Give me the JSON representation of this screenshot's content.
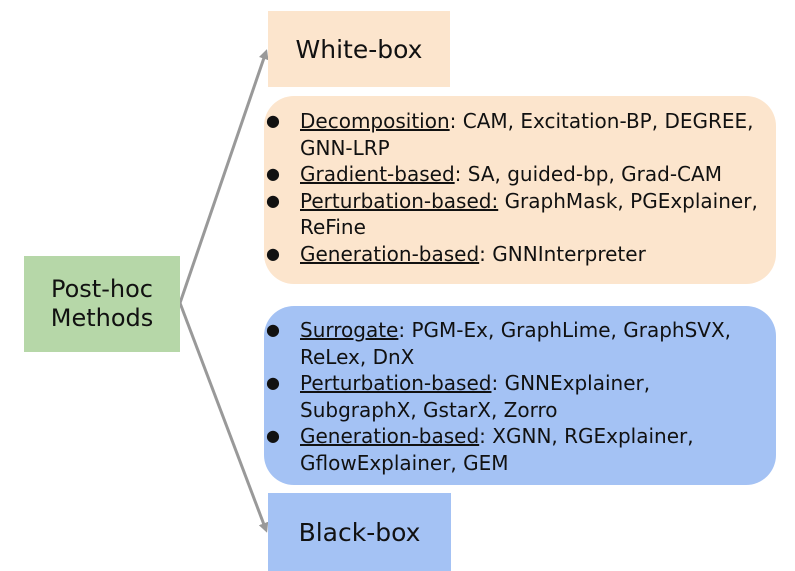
{
  "root": {
    "line1": "Post-hoc",
    "line2": "Methods"
  },
  "white_box": {
    "title": "White-box",
    "items": [
      {
        "category": "Decomposition",
        "sep": ": ",
        "methods": "CAM, Excitation-BP, DEGREE, GNN-LRP"
      },
      {
        "category": "Gradient-based",
        "sep": ": ",
        "methods": "SA, guided-bp, Grad-CAM"
      },
      {
        "category": "Perturbation-based:",
        "sep": " ",
        "methods": "GraphMask, PGExplainer, ReFine"
      },
      {
        "category": "Generation-based",
        "sep": ": ",
        "methods": "GNNInterpreter"
      }
    ]
  },
  "black_box": {
    "title": "Black-box",
    "items": [
      {
        "category": "Surrogate",
        "sep": ": ",
        "methods": "PGM-Ex, GraphLime, GraphSVX, ReLex, DnX"
      },
      {
        "category": "Perturbation-based",
        "sep": ": ",
        "methods": "GNNExplainer, SubgraphX, GstarX, Zorro"
      },
      {
        "category": "Generation-based",
        "sep": ": ",
        "methods": "XGNN, RGExplainer, GflowExplainer, GEM"
      }
    ]
  },
  "colors": {
    "root_fill": "#b6d7a8",
    "white_box_fill": "#fce5cd",
    "black_box_fill": "#a4c2f4",
    "arrow": "#999999"
  },
  "bullet_glyph": "●"
}
